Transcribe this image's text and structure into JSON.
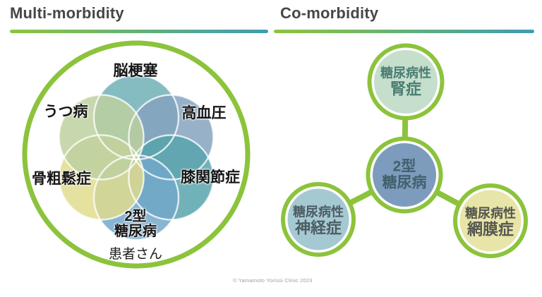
{
  "accent": {
    "green": "#8cc33c",
    "teal": "#3f9cb4",
    "ring_white": "#ffffff"
  },
  "header": {
    "left_title": "Multi-morbidity",
    "right_title": "Co-morbidity"
  },
  "multimorbidity": {
    "outer_ring_color": "#8cc33c",
    "patient_label": "患者さん",
    "conditions": [
      {
        "position": "top",
        "label": "脳梗塞",
        "color": "#6fb0b6"
      },
      {
        "position": "upper-right",
        "label": "高血圧",
        "color": "#85a3c0"
      },
      {
        "position": "lower-right",
        "label": "膝関節症",
        "color": "#58a5ad"
      },
      {
        "position": "bottom",
        "label": "2型糖尿病",
        "line1": "2型",
        "line2": "糖尿病",
        "color": "#72a8ca"
      },
      {
        "position": "lower-left",
        "label": "骨粗鬆症",
        "color": "#e0dc8e"
      },
      {
        "position": "upper-left",
        "label": "うつ病",
        "color": "#bdd1a0"
      }
    ]
  },
  "comorbidity": {
    "connector_color": "#8cc33c",
    "center": {
      "label": "2型糖尿病",
      "line1": "2型",
      "line2": "糖尿病",
      "fill": "#7d9cbd",
      "text_color": "#42606c"
    },
    "satellites": [
      {
        "position": "top",
        "label": "糖尿病性腎症",
        "line1": "糖尿病性",
        "line2": "腎症",
        "fill": "#c5dfcc",
        "text_color": "#4a7d72"
      },
      {
        "position": "lower-left",
        "label": "糖尿病性神経症",
        "line1": "糖尿病性",
        "line2": "神経症",
        "fill": "#a5c9d3",
        "text_color": "#4d5d63"
      },
      {
        "position": "lower-right",
        "label": "糖尿病性網膜症",
        "line1": "糖尿病性",
        "line2": "網膜症",
        "fill": "#e7e5a8",
        "text_color": "#55564e"
      }
    ]
  },
  "footer": {
    "copyright": "© Yamamoto Yorisoi Clinic 2023"
  }
}
